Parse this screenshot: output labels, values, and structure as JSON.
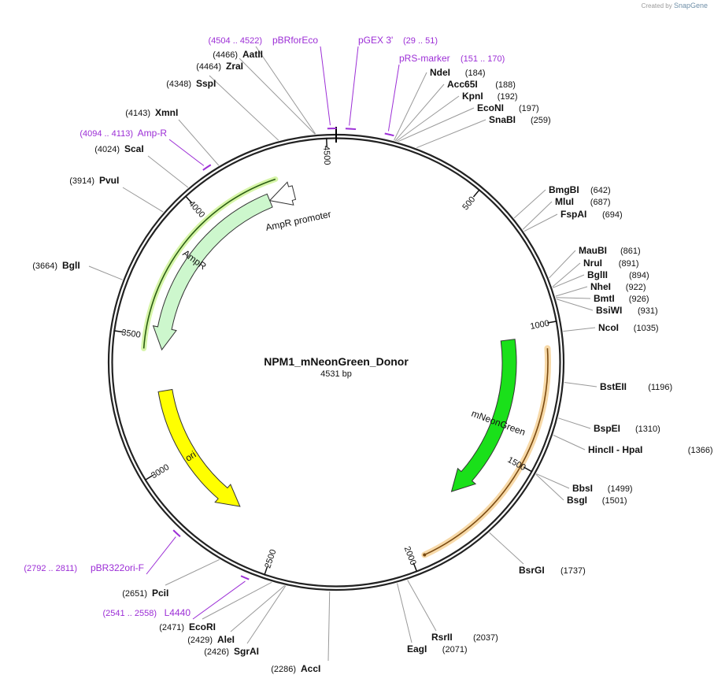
{
  "credit": {
    "prefix": "Created by",
    "brand": "SnapGene"
  },
  "plasmid": {
    "name": "NPM1_mNeonGreen_Donor",
    "length": 4531,
    "length_label": "4531 bp"
  },
  "colors": {
    "primer": "#9c2ed6",
    "mneongreen": "#1ae01a",
    "ampr": "#cdf7cd",
    "ori": "#ffff00",
    "homology": "#f7d9a8",
    "backbone": "#222222"
  },
  "ticks": [
    {
      "pos": 500,
      "label": "500"
    },
    {
      "pos": 1000,
      "label": "1000"
    },
    {
      "pos": 1500,
      "label": "1500"
    },
    {
      "pos": 2000,
      "label": "2000"
    },
    {
      "pos": 2500,
      "label": "2500"
    },
    {
      "pos": 3000,
      "label": "3000"
    },
    {
      "pos": 3500,
      "label": "3500"
    },
    {
      "pos": 4000,
      "label": "4000"
    },
    {
      "pos": 4500,
      "label": "4500"
    }
  ],
  "features": [
    {
      "id": "mneongreen",
      "label": "mNeonGreen",
      "start": 1040,
      "end": 1740,
      "dir": 1,
      "color": "#1ae01a",
      "track": 1
    },
    {
      "id": "ori",
      "label": "ori",
      "start": 2690,
      "end": 3280,
      "dir": -1,
      "color": "#ffff00",
      "track": 1
    },
    {
      "id": "ampr",
      "label": "AmpR",
      "start": 3450,
      "end": 4250,
      "dir": -1,
      "color": "#cdf7cd",
      "track": 1
    },
    {
      "id": "ampr-promoter",
      "label": "AmpR promoter",
      "start": 4250,
      "end": 4355,
      "dir": -1,
      "color": "#ffffff",
      "track": 1
    }
  ],
  "sites": [
    {
      "name": "AatII",
      "pos": 4466,
      "pos_label": "(4466)"
    },
    {
      "name": "ZraI",
      "pos": 4464,
      "pos_label": "(4464)"
    },
    {
      "name": "SspI",
      "pos": 4348,
      "pos_label": "(4348)"
    },
    {
      "name": "XmnI",
      "pos": 4143,
      "pos_label": "(4143)"
    },
    {
      "name": "ScaI",
      "pos": 4024,
      "pos_label": "(4024)"
    },
    {
      "name": "PvuI",
      "pos": 3914,
      "pos_label": "(3914)"
    },
    {
      "name": "BglI",
      "pos": 3664,
      "pos_label": "(3664)"
    },
    {
      "name": "NdeI",
      "pos": 184,
      "pos_label": "(184)"
    },
    {
      "name": "Acc65I",
      "pos": 188,
      "pos_label": "(188)"
    },
    {
      "name": "KpnI",
      "pos": 192,
      "pos_label": "(192)"
    },
    {
      "name": "EcoNI",
      "pos": 197,
      "pos_label": "(197)"
    },
    {
      "name": "SnaBI",
      "pos": 259,
      "pos_label": "(259)"
    },
    {
      "name": "BmgBI",
      "pos": 642,
      "pos_label": "(642)"
    },
    {
      "name": "MluI",
      "pos": 687,
      "pos_label": "(687)"
    },
    {
      "name": "FspAI",
      "pos": 694,
      "pos_label": "(694)"
    },
    {
      "name": "MauBI",
      "pos": 861,
      "pos_label": "(861)"
    },
    {
      "name": "NruI",
      "pos": 891,
      "pos_label": "(891)"
    },
    {
      "name": "BglII",
      "pos": 894,
      "pos_label": "(894)"
    },
    {
      "name": "NheI",
      "pos": 922,
      "pos_label": "(922)"
    },
    {
      "name": "BmtI",
      "pos": 926,
      "pos_label": "(926)"
    },
    {
      "name": "BsiWI",
      "pos": 931,
      "pos_label": "(931)"
    },
    {
      "name": "NcoI",
      "pos": 1035,
      "pos_label": "(1035)"
    },
    {
      "name": "BstEII",
      "pos": 1196,
      "pos_label": "(1196)"
    },
    {
      "name": "BspEI",
      "pos": 1310,
      "pos_label": "(1310)"
    },
    {
      "name": "HincII  - HpaI",
      "pos": 1366,
      "pos_label": "(1366)"
    },
    {
      "name": "BbsI",
      "pos": 1499,
      "pos_label": "(1499)"
    },
    {
      "name": "BsgI",
      "pos": 1501,
      "pos_label": "(1501)"
    },
    {
      "name": "BsrGI",
      "pos": 1737,
      "pos_label": "(1737)"
    },
    {
      "name": "RsrII",
      "pos": 2037,
      "pos_label": "(2037)"
    },
    {
      "name": "EagI",
      "pos": 2071,
      "pos_label": "(2071)"
    },
    {
      "name": "AccI",
      "pos": 2286,
      "pos_label": "(2286)"
    },
    {
      "name": "SgrAI",
      "pos": 2426,
      "pos_label": "(2426)"
    },
    {
      "name": "AleI",
      "pos": 2429,
      "pos_label": "(2429)"
    },
    {
      "name": "EcoRI",
      "pos": 2471,
      "pos_label": "(2471)"
    },
    {
      "name": "PciI",
      "pos": 2651,
      "pos_label": "(2651)"
    }
  ],
  "primers": [
    {
      "name": "pBRforEco",
      "range": "(4504 .. 4522)",
      "start": 4504,
      "end": 4522
    },
    {
      "name": "pGEX 3'",
      "range": "(29 .. 51)",
      "start": 29,
      "end": 51
    },
    {
      "name": "pRS-marker",
      "range": "(151 .. 170)",
      "start": 151,
      "end": 170
    },
    {
      "name": "Amp-R",
      "range": "(4094 .. 4113)",
      "start": 4094,
      "end": 4113
    },
    {
      "name": "pBR322ori-F",
      "range": "(2792 .. 2811)",
      "start": 2792,
      "end": 2811
    },
    {
      "name": "L4440",
      "range": "(2541 .. 2558)",
      "start": 2541,
      "end": 2558
    }
  ]
}
